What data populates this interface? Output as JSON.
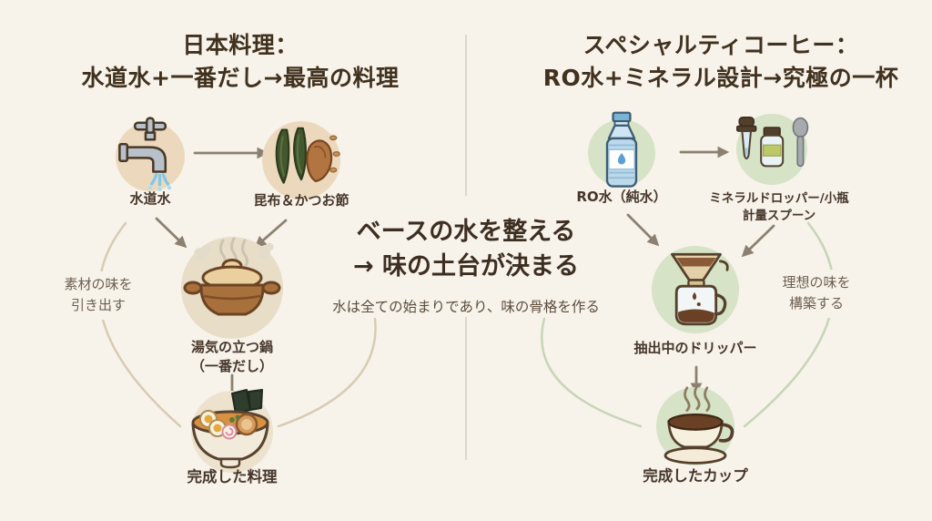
{
  "left": {
    "title1": "日本料理：",
    "title2": "水道水+一番だし→最高の料理",
    "node_tap": "水道水",
    "node_kombu": "昆布＆かつお節",
    "node_pot1": "湯気の立つ鍋",
    "node_pot2": "（一番だし）",
    "node_dish": "完成した料理",
    "annotation1": "素材の味を",
    "annotation2": "引き出す"
  },
  "right": {
    "title1": "スペシャルティコーヒー：",
    "title2": "RO水+ミネラル設計→究極の一杯",
    "node_ro": "RO水（純水）",
    "node_mineral1": "ミネラルドロッパー/小瓶",
    "node_mineral2": "計量スプーン",
    "node_dripper": "抽出中のドリッパー",
    "node_cup": "完成したカップ",
    "annotation1": "理想の味を",
    "annotation2": "構築する"
  },
  "center": {
    "headline1": "ベースの水を整える",
    "headline2": "→ 味の土台が決まる",
    "subtitle": "水は全ての始まりであり、味の骨格を作る"
  },
  "icons": {
    "faucet-icon": "tap water faucet with running water",
    "kombu-katsuobushi-icon": "kelp leaves and dried bonito",
    "steaming-pot-icon": "earthen pot with steam (dashi)",
    "ramen-bowl-icon": "finished noodle dish with eggs and nori",
    "water-bottle-icon": "RO pure water bottle",
    "mineral-dropper-icon": "mineral dropper, small vial and measuring spoon",
    "coffee-dripper-icon": "pour-over dripper brewing into carafe",
    "coffee-cup-icon": "finished cup of coffee with steam"
  },
  "colors": {
    "background": "#f7f3ea",
    "text_dark": "#41311f",
    "annotation_text": "#6c5f50",
    "left_accent_circle": "#ecd9bd",
    "right_accent_circle": "#d6e3c6",
    "left_arc": "#d8cbb4",
    "right_arc": "#c6d5b8",
    "arrow": "#8c8171",
    "divider": "#ddd8cc"
  }
}
